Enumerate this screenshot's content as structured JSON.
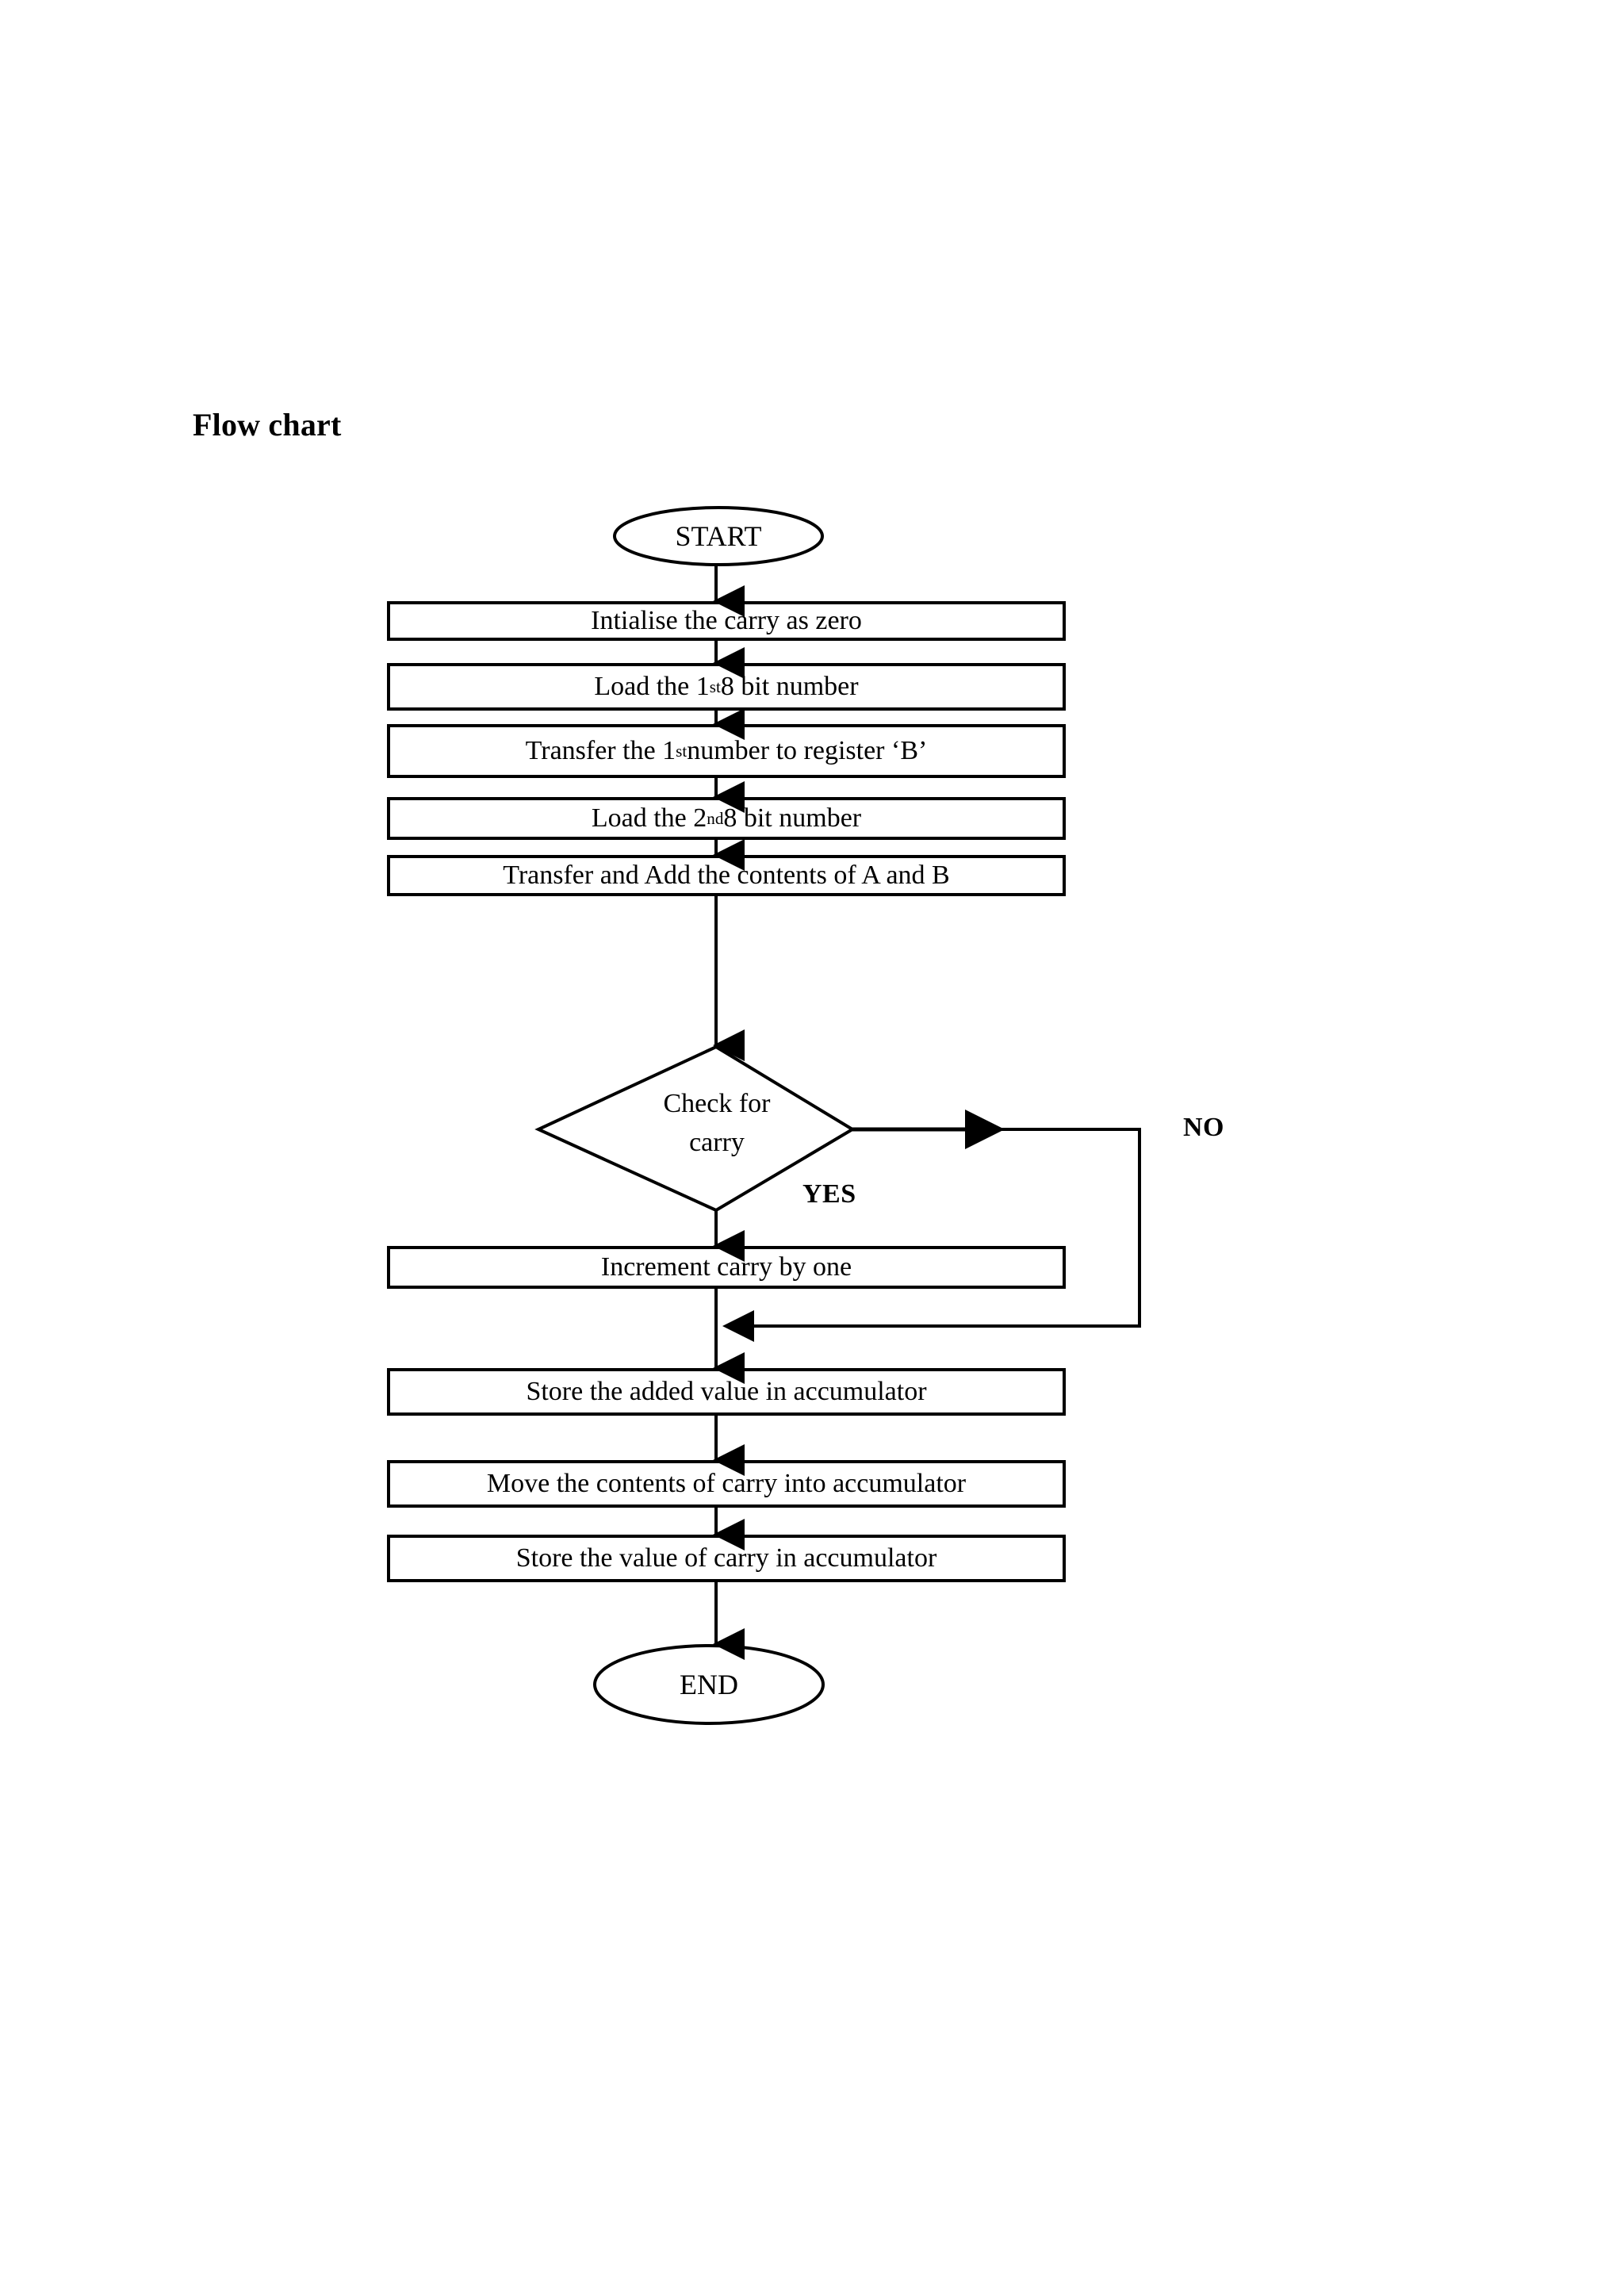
{
  "document": {
    "title": "Flow chart",
    "background_color": "#ffffff",
    "ink_color": "#000000"
  },
  "chart_data": {
    "type": "diagram",
    "diagram_kind": "flowchart",
    "title": "Flow chart",
    "orientation": "top-to-bottom",
    "nodes": [
      {
        "id": "start",
        "shape": "ellipse",
        "label": "START"
      },
      {
        "id": "init",
        "shape": "process",
        "label": "Intialise the carry as zero"
      },
      {
        "id": "load1",
        "shape": "process",
        "label": "Load the 1st 8 bit number",
        "label_parts": {
          "before": "Load the 1",
          "sup": "st",
          "after": " 8 bit number"
        }
      },
      {
        "id": "transfer1",
        "shape": "process",
        "label": "Transfer the 1st number to register ‘B’",
        "label_parts": {
          "before": "Transfer the 1",
          "sup": "st",
          "after": " number to register ‘B’"
        }
      },
      {
        "id": "load2",
        "shape": "process",
        "label": "Load the 2nd 8 bit number",
        "label_parts": {
          "before": "Load the 2",
          "sup": "nd",
          "after": " 8 bit number"
        }
      },
      {
        "id": "addab",
        "shape": "process",
        "label": "Transfer and Add the contents of A and B"
      },
      {
        "id": "checkcarry",
        "shape": "decision",
        "label": "Check for carry",
        "label_line1": "Check for",
        "label_line2": "carry"
      },
      {
        "id": "inccarry",
        "shape": "process",
        "label": "Increment carry by one"
      },
      {
        "id": "storeadd",
        "shape": "process",
        "label": "Store the added value in accumulator"
      },
      {
        "id": "movecarry",
        "shape": "process",
        "label": "Move the contents of carry into accumulator"
      },
      {
        "id": "storecarry",
        "shape": "process",
        "label": "Store the value of carry in accumulator"
      },
      {
        "id": "end",
        "shape": "ellipse",
        "label": "END"
      }
    ],
    "edges": [
      {
        "from": "start",
        "to": "init",
        "label": ""
      },
      {
        "from": "init",
        "to": "load1",
        "label": ""
      },
      {
        "from": "load1",
        "to": "transfer1",
        "label": ""
      },
      {
        "from": "transfer1",
        "to": "load2",
        "label": ""
      },
      {
        "from": "load2",
        "to": "addab",
        "label": ""
      },
      {
        "from": "addab",
        "to": "checkcarry",
        "label": ""
      },
      {
        "from": "checkcarry",
        "to": "inccarry",
        "label": "YES"
      },
      {
        "from": "checkcarry",
        "to": "storeadd",
        "label": "NO"
      },
      {
        "from": "inccarry",
        "to": "storeadd",
        "label": ""
      },
      {
        "from": "storeadd",
        "to": "movecarry",
        "label": ""
      },
      {
        "from": "movecarry",
        "to": "storecarry",
        "label": ""
      },
      {
        "from": "storecarry",
        "to": "end",
        "label": ""
      }
    ],
    "edge_labels": {
      "yes": "YES",
      "no": "NO"
    }
  }
}
